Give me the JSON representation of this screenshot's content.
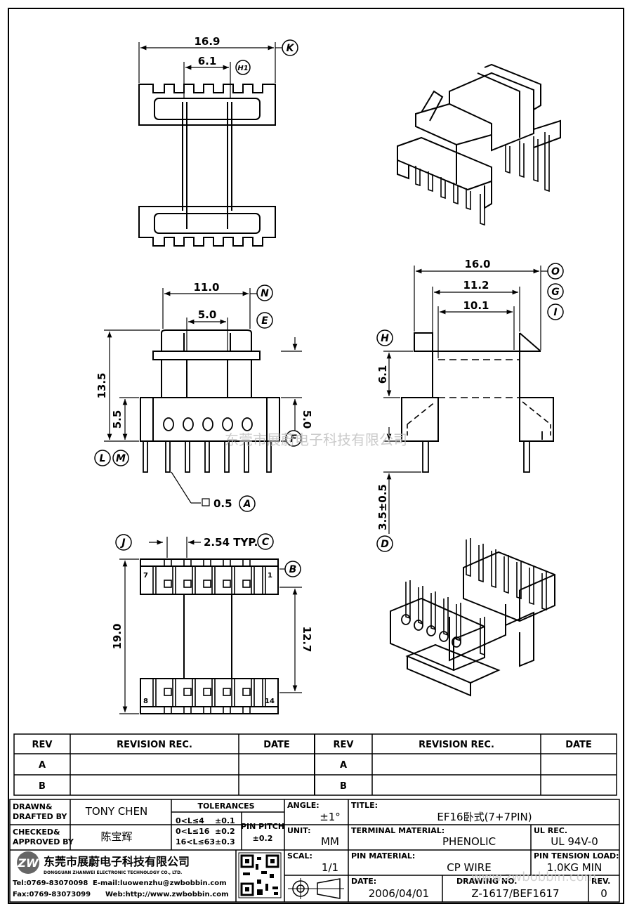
{
  "dims": {
    "d169": "16.9",
    "d61a": "6.1",
    "d110": "11.0",
    "d50a": "5.0",
    "d135": "13.5",
    "d55": "5.5",
    "d50b": "5.0",
    "d05": "0.5",
    "d254": "2.54 TYP.",
    "d190": "19.0",
    "d127": "12.7",
    "d160": "16.0",
    "d112": "11.2",
    "d101": "10.1",
    "d61b": "6.1",
    "d35": "3.5±0.5"
  },
  "callouts": {
    "K": "K",
    "H1": "H1",
    "N": "N",
    "E": "E",
    "F": "F",
    "L": "L",
    "M": "M",
    "A": "A",
    "J": "J",
    "C": "C",
    "B": "B",
    "O": "O",
    "G": "G",
    "I": "I",
    "H": "H",
    "D": "D"
  },
  "pins": {
    "p7": "7",
    "p1": "1",
    "p8": "8",
    "p14": "14"
  },
  "watermark": "东莞市展蔚电子科技有限公司",
  "revision": {
    "headers": [
      "REV",
      "REVISION REC.",
      "DATE",
      "REV",
      "REVISION REC.",
      "DATE"
    ],
    "rows": [
      [
        "A",
        "",
        "",
        "A",
        "",
        ""
      ],
      [
        "B",
        "",
        "",
        "B",
        "",
        ""
      ]
    ]
  },
  "title_block": {
    "drawn_label1": "DRAWN&",
    "drawn_label2": "DRAFTED BY",
    "drawn_name": "TONY CHEN",
    "checked_label1": "CHECKED&",
    "checked_label2": "APPROVED BY",
    "checked_name": "陈宝辉",
    "tolerances_label": "TOLERANCES",
    "tol_rows": [
      [
        "0<L≤4",
        "±0.1"
      ],
      [
        "0<L≤16",
        "±0.2"
      ],
      [
        "16<L≤63",
        "±0.3"
      ]
    ],
    "pin_pitch_label": "PIN PITCH",
    "pin_pitch_value": "±0.2",
    "angle_label": "ANGLE:",
    "angle_value": "±1°",
    "unit_label": "UNIT:",
    "unit_value": "MM",
    "scal_label": "SCAL:",
    "scal_value": "1/1",
    "title_label": "TITLE:",
    "title_value": "EF16卧式(7+7PIN)",
    "terminal_label": "TERMINAL MATERIAL:",
    "terminal_value": "PHENOLIC",
    "ul_label": "UL REC.",
    "ul_value": "UL 94V-0",
    "pin_material_label": "PIN MATERIAL:",
    "pin_material_value": "CP WIRE",
    "tension_label": "PIN TENSION LOAD:",
    "tension_value": "1.0KG MIN",
    "date_label": "DATE:",
    "date_value": "2006/04/01",
    "drawing_no_label": "DRAWING NO.",
    "drawing_no_value": "Z-1617/BEF1617",
    "rev_label": "REV.",
    "rev_value": "0"
  },
  "company": {
    "name_cn": "东莞市展蔚电子科技有限公司",
    "name_en": "DONGGUAN ZHANWEI ELECTRONIC TECHNOLOGY CO., LTD.",
    "tel": "Tel:0769-83070098",
    "email": "E-mail:luowenzhu@zwbobbin.com",
    "fax": "Fax:0769-83073099",
    "web": "Web:http://www.zwbobbin.com",
    "site_watermark": "www.zwbobbin.com"
  }
}
